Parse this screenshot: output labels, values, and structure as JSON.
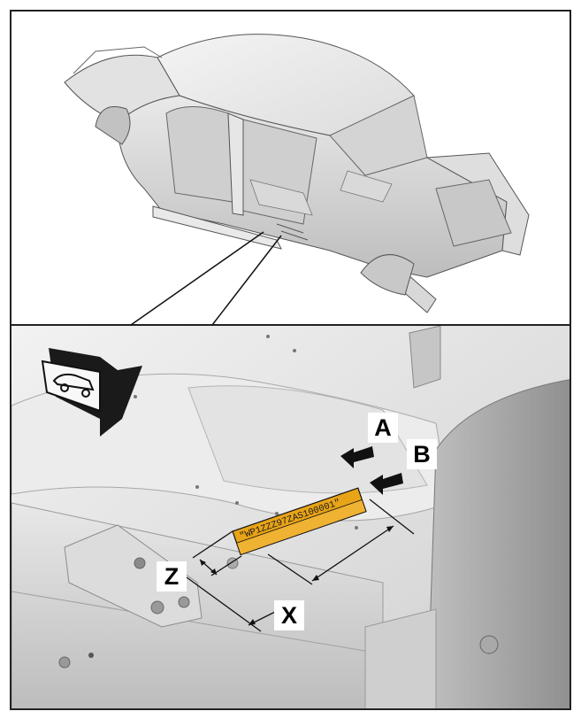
{
  "labels": {
    "a": "A",
    "b": "B",
    "x": "X",
    "z": "Z"
  },
  "plate": {
    "vin": "\"WP1ZZZ97ZAS100001\"",
    "color": "#e8a317"
  },
  "icons": {
    "direction": "car-forward-direction-icon"
  }
}
